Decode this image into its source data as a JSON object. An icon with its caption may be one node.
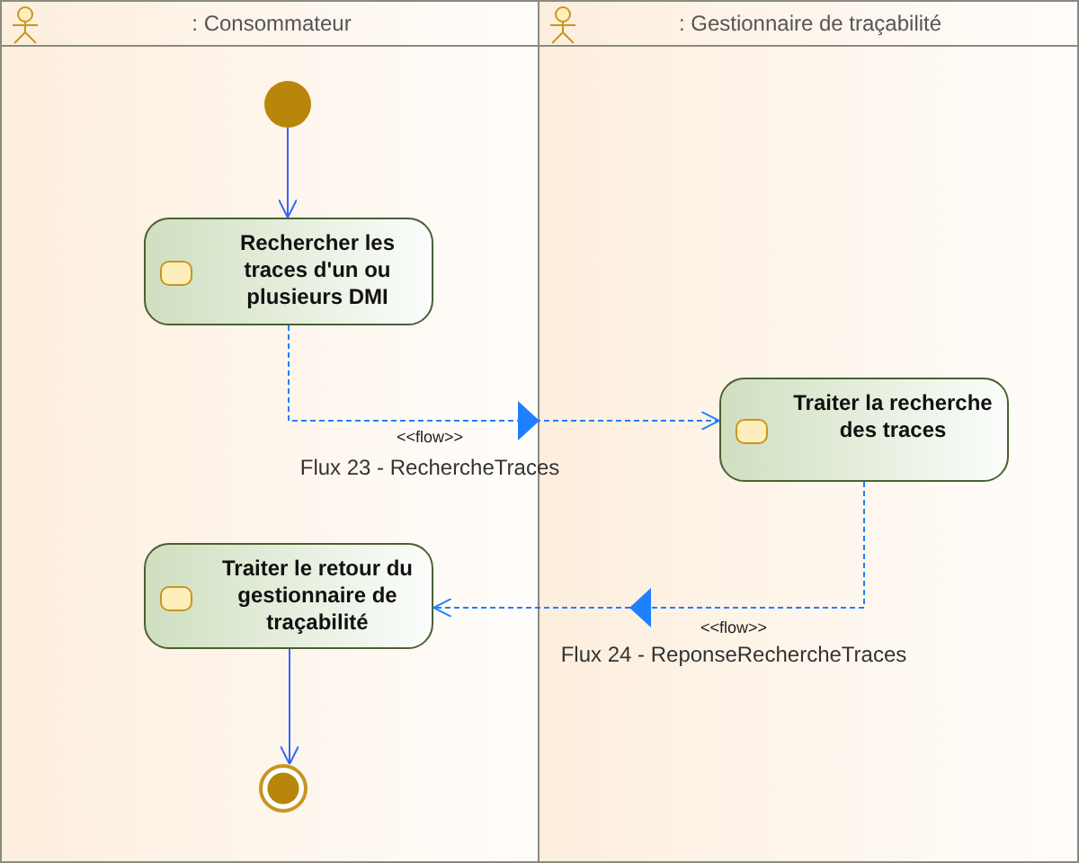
{
  "diagram": {
    "nodes": [
      {
        "text": [
          ": Consommateur"
        ]
      },
      {
        "text": [
          ": Gestionnaire de traçabilité"
        ]
      },
      {
        "text": [],
        "shape": "circle",
        "in": 0
      },
      {
        "text": [
          "Rechercher les traces d'un ou plusieurs DMI"
        ],
        "in": 0
      },
      {
        "text": [
          "Traiter la recherche des traces"
        ],
        "in": 1
      },
      {
        "text": [
          "Traiter le retour du gestionnaire de traçabilité"
        ],
        "in": 0
      },
      {
        "text": [],
        "shape": "final-circle",
        "in": 0
      }
    ],
    "edges": [
      {
        "from": 2,
        "to": 3,
        "arrow": "to"
      },
      {
        "from": 3,
        "to": 4,
        "arrow": "to",
        "style": "dashed",
        "label": "Flux 23 - RechercheTraces"
      },
      {
        "from": 4,
        "to": 5,
        "arrow": "to",
        "style": "dashed",
        "label": "Flux 24 - ReponseRechercheTraces"
      },
      {
        "from": 5,
        "to": 6,
        "arrow": "to"
      }
    ],
    "labels": [
      "<<flow>>",
      "<<flow>>"
    ]
  }
}
